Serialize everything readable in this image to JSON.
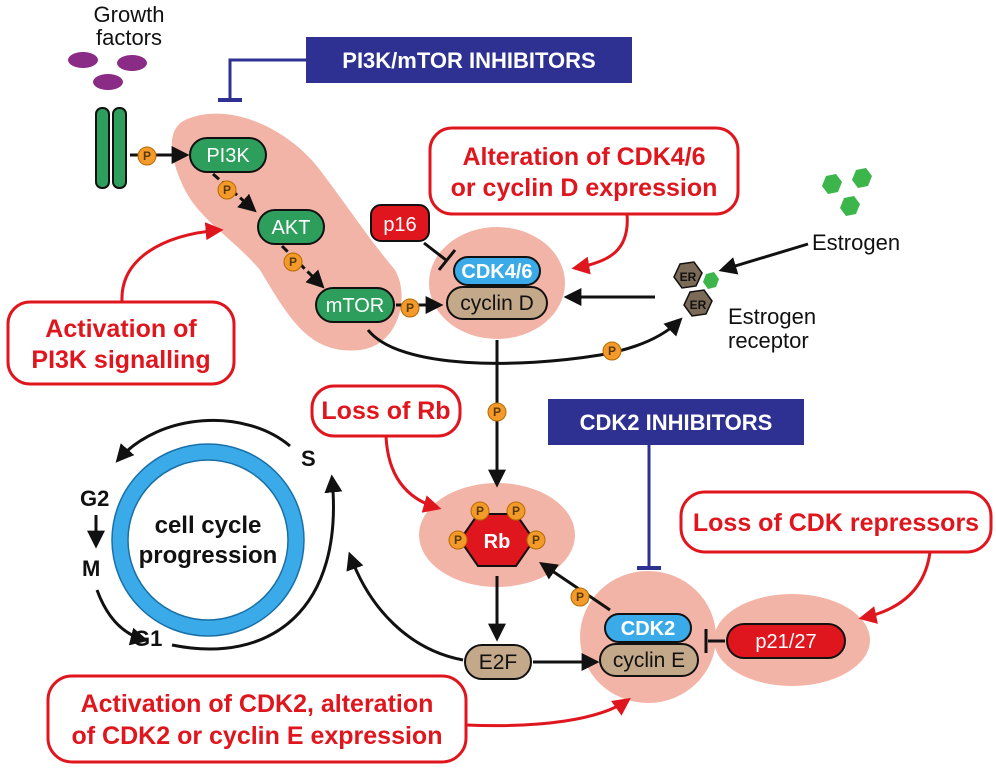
{
  "labels": {
    "growth_factors_1": "Growth",
    "growth_factors_2": "factors",
    "estrogen": "Estrogen",
    "estrogen_receptor_1": "Estrogen",
    "estrogen_receptor_2": "receptor",
    "er": "ER",
    "p": "P"
  },
  "nodes": {
    "pi3k": "PI3K",
    "akt": "AKT",
    "mtor": "mTOR",
    "p16": "p16",
    "cdk46": "CDK4/6",
    "cyclin_d": "cyclin D",
    "rb": "Rb",
    "e2f": "E2F",
    "cdk2": "CDK2",
    "cyclin_e": "cyclin E",
    "p2127": "p21/27"
  },
  "inhibitors": {
    "pi3k_mtor": "PI3K/mTOR INHIBITORS",
    "cdk2": "CDK2 INHIBITORS"
  },
  "alterations": {
    "cdk46_line1": "Alteration of CDK4/6",
    "cdk46_line2": "or cyclin D expression",
    "pi3k_line1": "Activation of",
    "pi3k_line2": "PI3K signalling",
    "rb": "Loss of Rb",
    "repressors": "Loss of CDK repressors",
    "cdk2_line1": "Activation of CDK2, alteration",
    "cdk2_line2": "of CDK2 or cyclin E expression"
  },
  "cell_cycle": {
    "center_line1": "cell cycle",
    "center_line2": "progression",
    "s": "S",
    "g2": "G2",
    "m": "M",
    "g1": "G1"
  },
  "colors": {
    "salmon_blob": "#f2b4a6",
    "green_node": "#2d9e5c",
    "blue_node": "#3aabe8",
    "tan_node": "#c3a88a",
    "red_node": "#e0161e",
    "inhibitor_navy": "#2e3192",
    "alteration_red": "#e0161e",
    "phosphate_orange": "#f39a2b",
    "ring_blue": "#3aabe8",
    "ligand_purple": "#8a2b86",
    "estrogen_green": "#3cb54a",
    "er_brown": "#7b6a58"
  }
}
